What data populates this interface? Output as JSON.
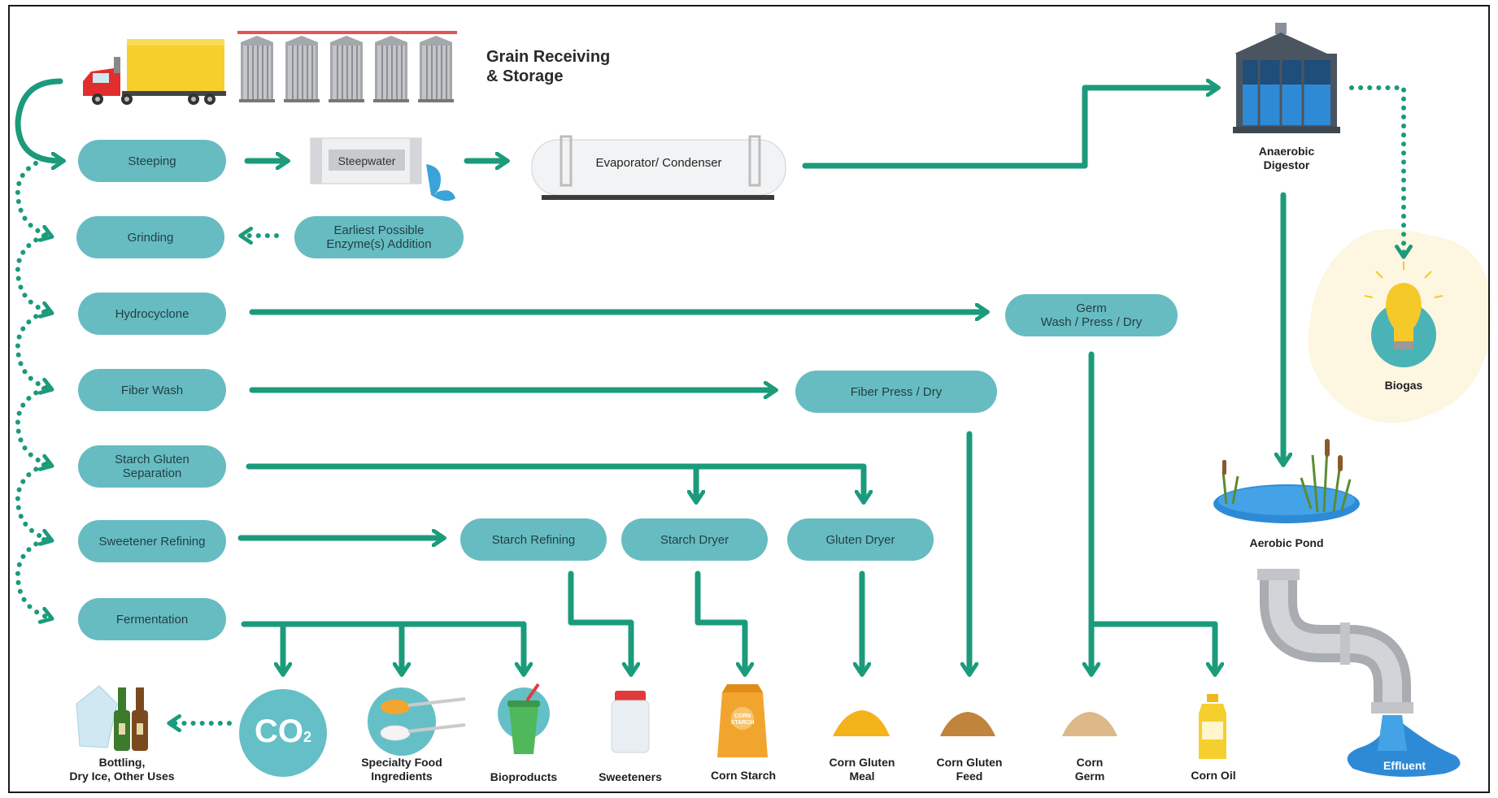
{
  "title": "Grain Receiving\n& Storage",
  "colors": {
    "arrow": "#1b9b7b",
    "pill": "#67bcc1",
    "pill_text": "#1f3f45"
  },
  "process_steps": {
    "steeping": "Steeping",
    "grinding": "Grinding",
    "hydrocyclone": "Hydrocyclone",
    "fiber_wash": "Fiber Wash",
    "starch_gluten_separation": "Starch Gluten\nSeparation",
    "sweetener_refining": "Sweetener Refining",
    "fermentation": "Fermentation",
    "enzyme_addition": "Earliest Possible\nEnzyme(s) Addition",
    "germ_wash": "Germ\nWash / Press / Dry",
    "fiber_press": "Fiber Press / Dry",
    "starch_refining": "Starch Refining",
    "starch_dryer": "Starch Dryer",
    "gluten_dryer": "Gluten Dryer"
  },
  "equipment": {
    "steepwater": "Steepwater",
    "evaporator": "Evaporator/ Condenser",
    "anaerobic_digestor": "Anaerobic\nDigestor",
    "biogas": "Biogas",
    "aerobic_pond": "Aerobic Pond",
    "effluent": "Effluent"
  },
  "products": {
    "bottling": "Bottling,\nDry Ice, Other Uses",
    "co2": "CO",
    "co2_sub": "2",
    "specialty_food": "Specialty Food\nIngredients",
    "bioproducts": "Bioproducts",
    "sweeteners": "Sweeteners",
    "corn_starch": "Corn Starch",
    "corn_starch_bag": "CORN\nSTARCH",
    "corn_gluten_meal": "Corn Gluten\nMeal",
    "corn_gluten_feed": "Corn Gluten\nFeed",
    "corn_germ": "Corn\nGerm",
    "corn_oil": "Corn Oil"
  },
  "icons": [
    "truck-icon",
    "silo-icon",
    "steepwater-tank-icon",
    "evaporator-icon",
    "digestor-icon",
    "lightbulb-icon",
    "pond-icon",
    "pipe-icon",
    "bottles-icon",
    "co2-icon",
    "spoons-icon",
    "cup-icon",
    "jar-icon",
    "starch-bag-icon",
    "grain-pile-icon",
    "oil-bottle-icon"
  ]
}
